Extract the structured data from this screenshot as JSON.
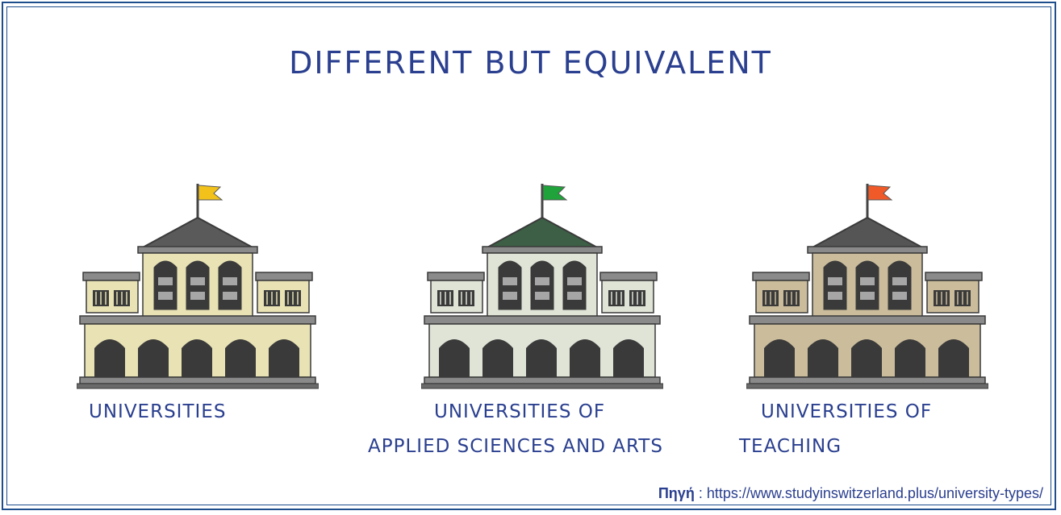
{
  "title": "DIFFERENT BUT EQUIVALENT",
  "buildings": [
    {
      "label_lines": [
        "UNIVERSITIES"
      ],
      "icon": "university-building-icon",
      "flag_color": "#f2c21b",
      "roof_color": "#5a5a5a",
      "wall_color": "#e8e2b4"
    },
    {
      "label_lines": [
        "UNIVERSITIES OF",
        "APPLIED SCIENCES AND ARTS"
      ],
      "icon": "university-building-icon",
      "flag_color": "#1fa33a",
      "roof_color": "#3c5f45",
      "wall_color": "#dfe4d7"
    },
    {
      "label_lines": [
        "UNIVERSITIES OF",
        "TEACHING"
      ],
      "icon": "university-building-icon",
      "flag_color": "#f05a28",
      "roof_color": "#555555",
      "wall_color": "#cbbd9c"
    }
  ],
  "source": {
    "label": "Πηγή",
    "separator": " : ",
    "url": "https://www.studyinswitzerland.plus/university-types/"
  }
}
